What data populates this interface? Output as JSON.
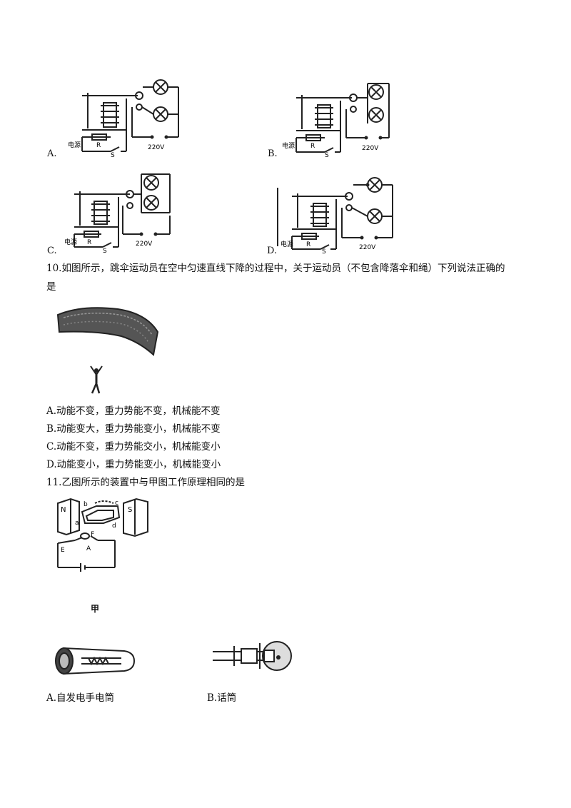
{
  "q9": {
    "options": [
      {
        "letter": "A.",
        "label_left": "电源",
        "label_r": "R",
        "label_s": "S",
        "label_v": "220V"
      },
      {
        "letter": "B.",
        "label_left": "电源",
        "label_r": "R",
        "label_s": "S",
        "label_v": "220V"
      },
      {
        "letter": "C.",
        "label_left": "电源",
        "label_r": "R",
        "label_s": "S",
        "label_v": "220V"
      },
      {
        "letter": "D.",
        "label_left": "电源",
        "label_r": "R",
        "label_s": "S",
        "label_v": "220V"
      }
    ]
  },
  "q10": {
    "stem_line1": "10.如图所示，跳伞运动员在空中匀速直线下降的过程中，关于运动员（不包含降落伞和绳）下列说法正确的",
    "stem_line2": "是",
    "options": [
      "A.动能不变，重力势能不变，机械能不变",
      "B.动能变大，重力势能变小，机械能不变",
      "C.动能不变，重力势能交小，机械能变小",
      "D.动能变小，重力势能变小，机械能变小"
    ]
  },
  "q11": {
    "stem": "11.乙图所示的装置中与甲图工作原理相同的是",
    "fig_jia_caption": "甲",
    "fig_labels": {
      "n": "N",
      "s": "S",
      "b": "b",
      "c": "c",
      "a": "a",
      "d": "d",
      "e": "E",
      "f": "F",
      "A": "A"
    },
    "options": [
      "A.自发电手电筒",
      "B.话筒"
    ]
  }
}
